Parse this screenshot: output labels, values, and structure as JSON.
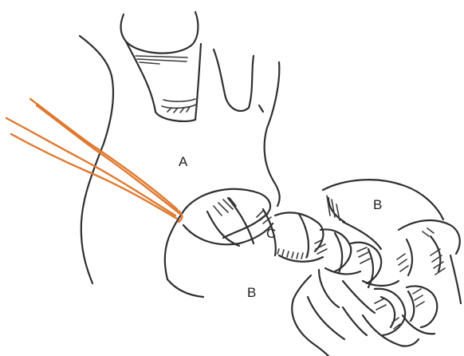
{
  "labels": {
    "a": "A",
    "b_upper": "B",
    "b_lower": "B",
    "c": "C"
  },
  "colors": {
    "ink": "#2f2f2f",
    "suture": "#e0782e"
  }
}
